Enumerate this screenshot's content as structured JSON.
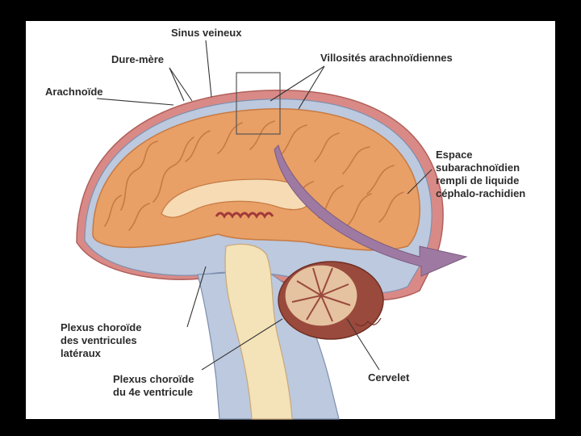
{
  "labels": {
    "sinus_veineux": "Sinus veineux",
    "dure_mere": "Dure-mère",
    "arachnoide": "Arachnoïde",
    "villosites": "Villosités arachnoïdiennes",
    "espace_line1": "Espace",
    "espace_line2": "subarachnoïdien",
    "espace_line3": "rempli de liquide",
    "espace_line4": "céphalo-rachidien",
    "plexus_lat_line1": "Plexus choroïde",
    "plexus_lat_line2": "des ventricules",
    "plexus_lat_line3": "latéraux",
    "plexus_4e_line1": "Plexus choroïde",
    "plexus_4e_line2": "du 4e ventricule",
    "cervelet": "Cervelet"
  },
  "colors": {
    "background": "#000000",
    "panel": "#ffffff",
    "dura": "#d98a86",
    "dura_edge": "#b0605c",
    "csf": "#bcc9de",
    "csf_edge": "#7f8fae",
    "cortex": "#e8a066",
    "cortex_dark": "#c77a43",
    "white_matter": "#f6dbb5",
    "cerebellum": "#9a4a3c",
    "cerebellum_inner": "#e5c2a0",
    "brainstem": "#f4e2b8",
    "arrow": "#9e7aa2",
    "label_text": "#2b2b2b",
    "leader": "#333333"
  }
}
